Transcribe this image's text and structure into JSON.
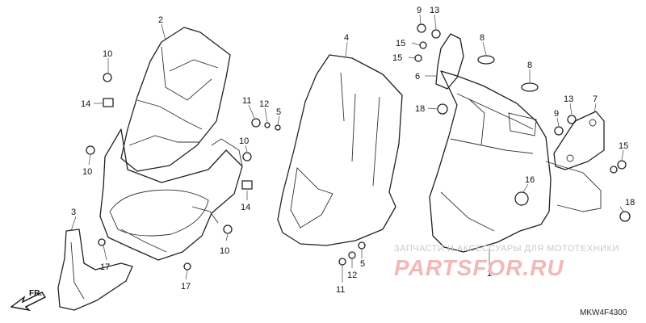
{
  "callouts": [
    {
      "id": "c2",
      "text": "2"
    },
    {
      "id": "c4",
      "text": "4"
    },
    {
      "id": "c9a",
      "text": "9"
    },
    {
      "id": "c13a",
      "text": "13"
    },
    {
      "id": "c15a",
      "text": "15"
    },
    {
      "id": "c15b",
      "text": "15"
    },
    {
      "id": "c8a",
      "text": "8"
    },
    {
      "id": "c8b",
      "text": "8"
    },
    {
      "id": "c6",
      "text": "6"
    },
    {
      "id": "c10a",
      "text": "10"
    },
    {
      "id": "c14a",
      "text": "14"
    },
    {
      "id": "c11a",
      "text": "11"
    },
    {
      "id": "c12a",
      "text": "12"
    },
    {
      "id": "c5a",
      "text": "5"
    },
    {
      "id": "c18a",
      "text": "18"
    },
    {
      "id": "c9b",
      "text": "9"
    },
    {
      "id": "c13b",
      "text": "13"
    },
    {
      "id": "c7",
      "text": "7"
    },
    {
      "id": "c10b",
      "text": "10"
    },
    {
      "id": "c10c",
      "text": "10"
    },
    {
      "id": "c15c",
      "text": "15"
    },
    {
      "id": "c14b",
      "text": "14"
    },
    {
      "id": "c16",
      "text": "16"
    },
    {
      "id": "c18b",
      "text": "18"
    },
    {
      "id": "c3",
      "text": "3"
    },
    {
      "id": "c17a",
      "text": "17"
    },
    {
      "id": "c10d",
      "text": "10"
    },
    {
      "id": "c12b",
      "text": "12"
    },
    {
      "id": "c5b",
      "text": "5"
    },
    {
      "id": "c11b",
      "text": "11"
    },
    {
      "id": "c17b",
      "text": "17"
    },
    {
      "id": "c1",
      "text": "1"
    }
  ],
  "front_arrow_label": "FR.",
  "watermark": {
    "tagline": "ЗАПЧАСТИ И АКСЕССУАРЫ ДЛЯ МОТОТЕХНИКИ",
    "logo": "PARTSFOR.RU"
  },
  "diagram_code": "MKW4F4300"
}
